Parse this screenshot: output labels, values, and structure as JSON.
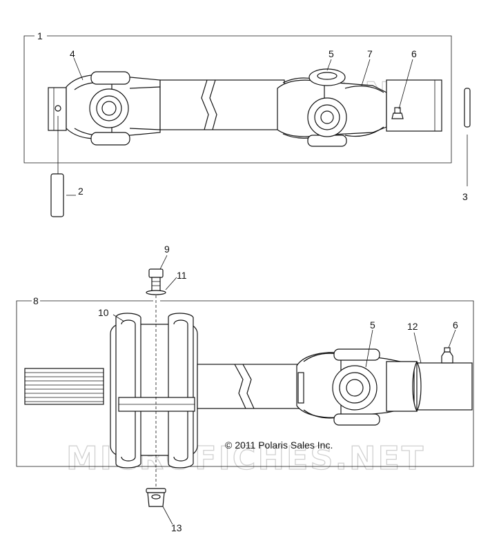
{
  "copyright": "© 2011 Polaris Sales Inc.",
  "watermark": "MICROFICHES.NET",
  "colors": {
    "ink": "#111111",
    "watermark": "#d0d0d0",
    "background": "#ffffff"
  },
  "callouts": {
    "c1": "1",
    "c2": "2",
    "c3": "3",
    "c4": "4",
    "c5_top": "5",
    "c6_top": "6",
    "c7": "7",
    "c8": "8",
    "c9": "9",
    "c10": "10",
    "c11": "11",
    "c12": "12",
    "c5_bottom": "5",
    "c6_bottom": "6",
    "c13": "13"
  }
}
